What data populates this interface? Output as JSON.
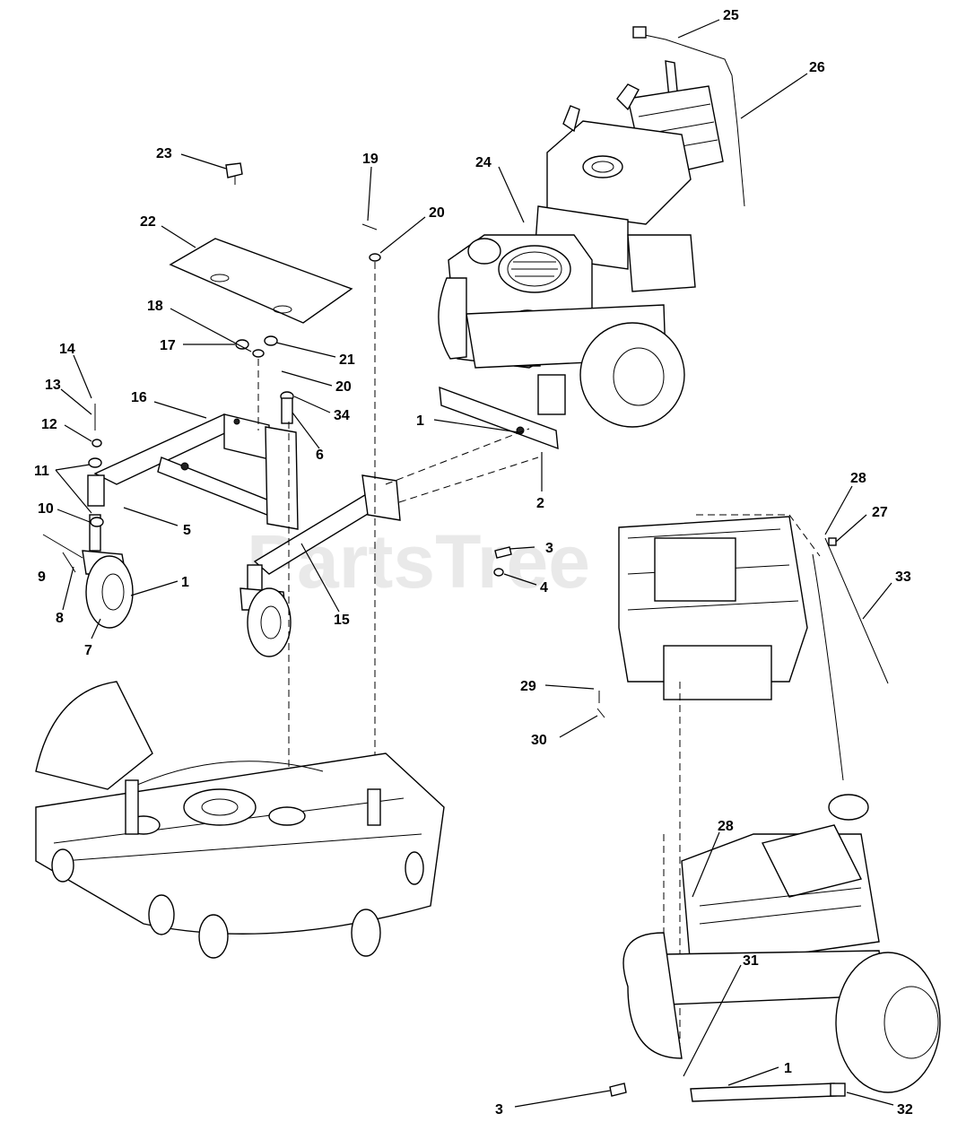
{
  "watermark": "PartsTree",
  "callouts": [
    {
      "id": "c25",
      "text": "25"
    },
    {
      "id": "c26",
      "text": "26"
    },
    {
      "id": "c23",
      "text": "23"
    },
    {
      "id": "c19",
      "text": "19"
    },
    {
      "id": "c24",
      "text": "24"
    },
    {
      "id": "c20a",
      "text": "20"
    },
    {
      "id": "c22",
      "text": "22"
    },
    {
      "id": "c18",
      "text": "18"
    },
    {
      "id": "c17",
      "text": "17"
    },
    {
      "id": "c21",
      "text": "21"
    },
    {
      "id": "c14",
      "text": "14"
    },
    {
      "id": "c20b",
      "text": "20"
    },
    {
      "id": "c13",
      "text": "13"
    },
    {
      "id": "c16",
      "text": "16"
    },
    {
      "id": "c34",
      "text": "34"
    },
    {
      "id": "c12",
      "text": "12"
    },
    {
      "id": "c6",
      "text": "6"
    },
    {
      "id": "c1a",
      "text": "1"
    },
    {
      "id": "c11",
      "text": "11"
    },
    {
      "id": "c2",
      "text": "2"
    },
    {
      "id": "c10",
      "text": "10"
    },
    {
      "id": "c5",
      "text": "5"
    },
    {
      "id": "c28a",
      "text": "28"
    },
    {
      "id": "c27",
      "text": "27"
    },
    {
      "id": "c9",
      "text": "9"
    },
    {
      "id": "c3a",
      "text": "3"
    },
    {
      "id": "c33",
      "text": "33"
    },
    {
      "id": "c1b",
      "text": "1"
    },
    {
      "id": "c4",
      "text": "4"
    },
    {
      "id": "c8",
      "text": "8"
    },
    {
      "id": "c15",
      "text": "15"
    },
    {
      "id": "c7",
      "text": "7"
    },
    {
      "id": "c29",
      "text": "29"
    },
    {
      "id": "c30",
      "text": "30"
    },
    {
      "id": "c28b",
      "text": "28"
    },
    {
      "id": "c31",
      "text": "31"
    },
    {
      "id": "c1c",
      "text": "1"
    },
    {
      "id": "c3b",
      "text": "3"
    },
    {
      "id": "c32",
      "text": "32"
    }
  ]
}
